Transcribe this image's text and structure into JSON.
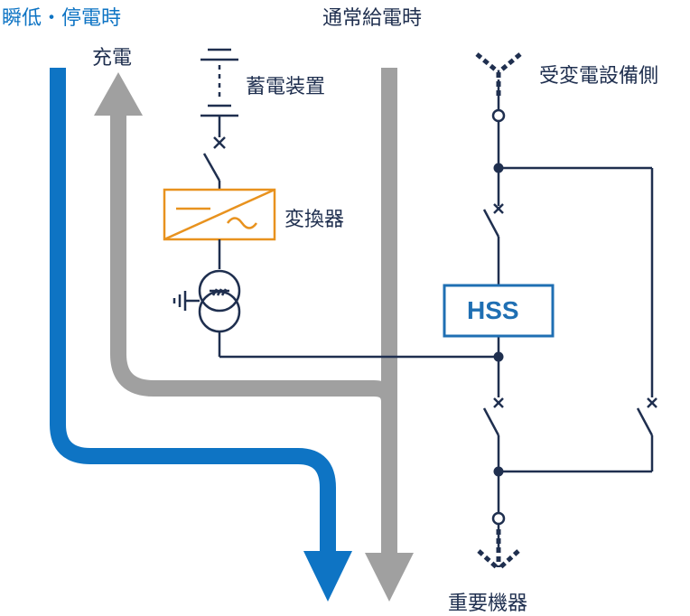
{
  "labels": {
    "outage": "瞬低・停電時",
    "normal": "通常給電時",
    "charge": "充電",
    "battery": "蓄電装置",
    "converter": "変換器",
    "substation": "受変電設備側",
    "hss": "HSS",
    "critical_load": "重要機器"
  },
  "colors": {
    "outage_flow": "#0e74c4",
    "normal_flow": "#a0a0a0",
    "line": "#1f2f4f",
    "converter": "#e8921e",
    "hss_box": "#1f6fb3"
  }
}
